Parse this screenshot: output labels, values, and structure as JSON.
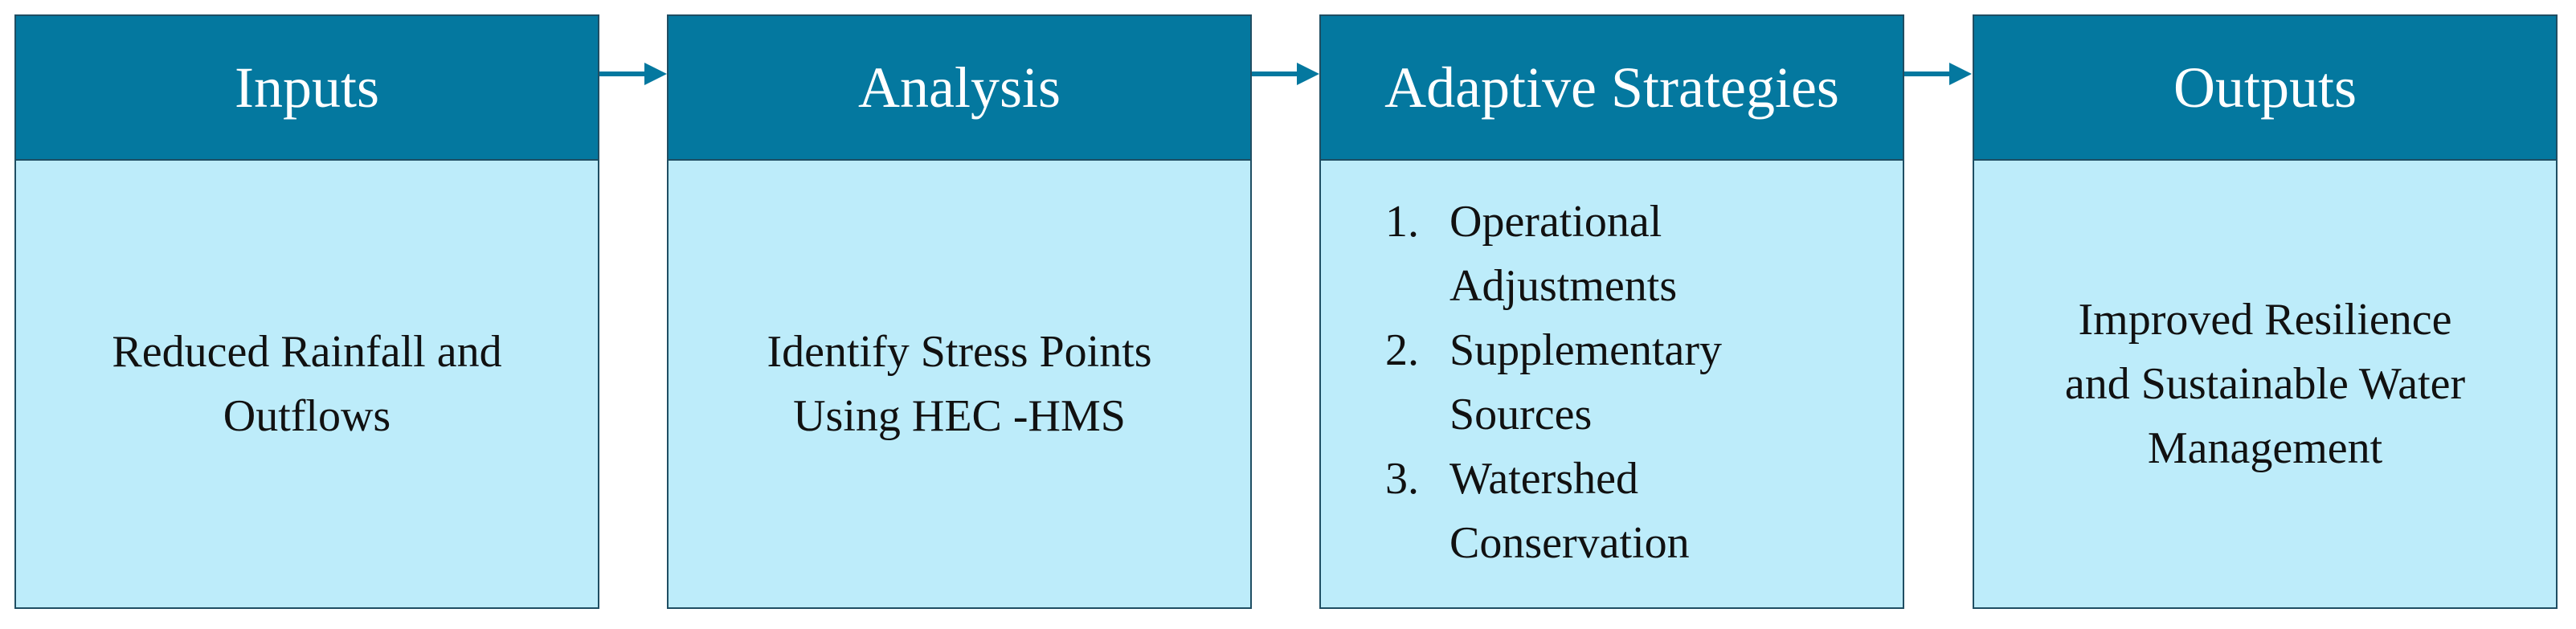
{
  "colors": {
    "header_fill": "#04789f",
    "body_fill": "#bdecfa",
    "border": "#1f4e63",
    "arrow": "#04789f",
    "header_text": "#ffffff",
    "body_text": "#111111"
  },
  "stages": [
    {
      "title": "Inputs",
      "body": "Reduced Rainfall and\nOutflows"
    },
    {
      "title": "Analysis",
      "body": "Identify Stress Points\nUsing HEC -HMS"
    },
    {
      "title": "Adaptive Strategies",
      "items": [
        {
          "number": "1.",
          "text": "Operational\nAdjustments"
        },
        {
          "number": "2.",
          "text": "Supplementary\nSources"
        },
        {
          "number": "3.",
          "text": "Watershed\nConservation"
        }
      ]
    },
    {
      "title": "Outputs",
      "body": "Improved Resilience\nand Sustainable Water\nManagement"
    }
  ],
  "arrow_icon": "right-arrow-icon"
}
